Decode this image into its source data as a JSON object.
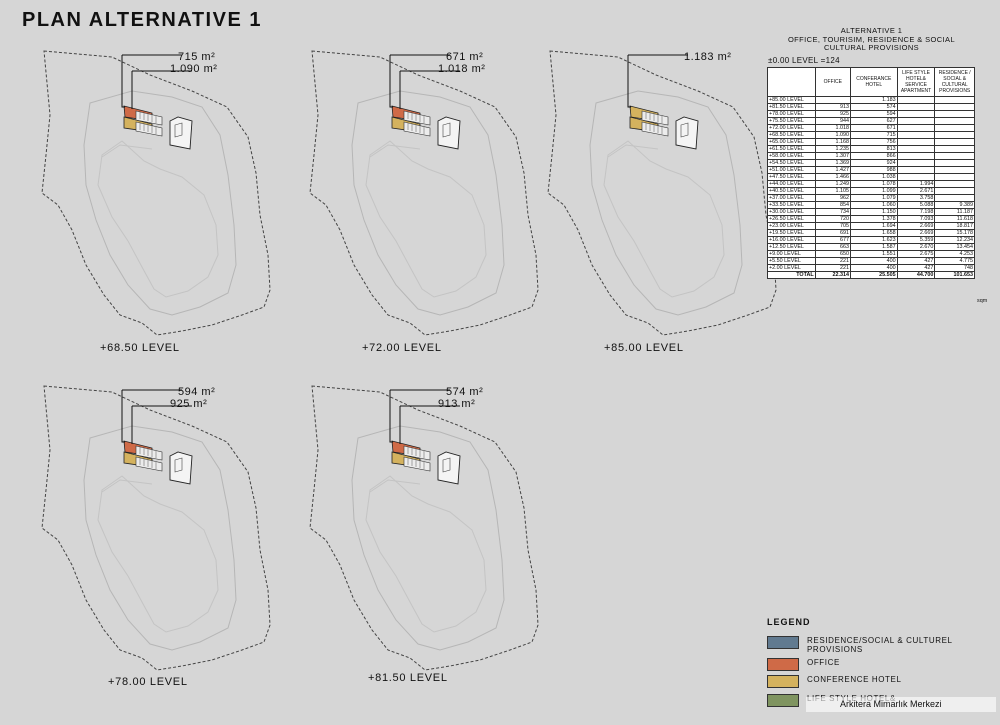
{
  "page_title": "PLAN ALTERNATIVE 1",
  "plans": [
    {
      "level": "+68.50 LEVEL",
      "areas": [
        "715 m²",
        "1.090 m²"
      ],
      "colors": [
        "#cf6a47",
        "#d4b25e"
      ]
    },
    {
      "level": "+72.00 LEVEL",
      "areas": [
        "671 m²",
        "1.018 m²"
      ],
      "colors": [
        "#cf6a47",
        "#d4b25e"
      ]
    },
    {
      "level": "+85.00 LEVEL",
      "areas": [
        "1.183 m²"
      ],
      "colors": [
        "#d4b25e",
        "#d4b25e"
      ]
    },
    {
      "level": "+78.00 LEVEL",
      "areas": [
        "594 m²",
        "925 m²"
      ],
      "colors": [
        "#cf6a47",
        "#d4b25e"
      ]
    },
    {
      "level": "+81.50 LEVEL",
      "areas": [
        "574 m²",
        "913 m²"
      ],
      "colors": [
        "#cf6a47",
        "#d4b25e"
      ]
    }
  ],
  "table": {
    "header_lines": [
      "ALTERNATIVE 1",
      "OFFICE, TOURISIM, RESIDENCE & SOCIAL",
      "CULTURAL PROVISIONS"
    ],
    "zero_level": "±0.00 LEVEL =124",
    "columns": [
      "",
      "OFFICE",
      "CONFERANCE HOTEL",
      "LIFE STYLE HOTEL& SERVICE APARTMENT",
      "RESIDENCE / SOCIAL & CULTURAL PROVISIONS"
    ],
    "rows": [
      [
        "+85.00 LEVEL",
        "",
        "1.183",
        "",
        ""
      ],
      [
        "+81.50 LEVEL",
        "913",
        "574",
        "",
        ""
      ],
      [
        "+78.00 LEVEL",
        "925",
        "594",
        "",
        ""
      ],
      [
        "+75.50 LEVEL",
        "944",
        "627",
        "",
        ""
      ],
      [
        "+72.00 LEVEL",
        "1.018",
        "671",
        "",
        ""
      ],
      [
        "+68.50 LEVEL",
        "1.090",
        "715",
        "",
        ""
      ],
      [
        "+65.00 LEVEL",
        "1.168",
        "756",
        "",
        ""
      ],
      [
        "+61.50 LEVEL",
        "1.235",
        "813",
        "",
        ""
      ],
      [
        "+58.00 LEVEL",
        "1.307",
        "866",
        "",
        ""
      ],
      [
        "+54.50 LEVEL",
        "1.369",
        "924",
        "",
        ""
      ],
      [
        "+51.00 LEVEL",
        "1.427",
        "988",
        "",
        ""
      ],
      [
        "+47.50 LEVEL",
        "1.466",
        "1.038",
        "",
        ""
      ],
      [
        "+44.00 LEVEL",
        "1.249",
        "1.078",
        "1.994",
        ""
      ],
      [
        "+40.50 LEVEL",
        "1.105",
        "1.099",
        "2.671",
        ""
      ],
      [
        "+37.00 LEVEL",
        "962",
        "1.079",
        "3.758",
        ""
      ],
      [
        "+33.50 LEVEL",
        "854",
        "1.060",
        "5.088",
        "9.389"
      ],
      [
        "+30.00 LEVEL",
        "734",
        "1.150",
        "7.198",
        "11.187"
      ],
      [
        "+26.50 LEVEL",
        "720",
        "1.378",
        "7.093",
        "11.618"
      ],
      [
        "+23.00 LEVEL",
        "705",
        "1.694",
        "2.669",
        "18.817"
      ],
      [
        "+19.50 LEVEL",
        "691",
        "1.658",
        "2.669",
        "15.178"
      ],
      [
        "+16.00 LEVEL",
        "677",
        "1.623",
        "5.359",
        "12.234"
      ],
      [
        "+12.50 LEVEL",
        "663",
        "1.587",
        "2.670",
        "13.454"
      ],
      [
        "+9.00 LEVEL",
        "650",
        "1.551",
        "2.675",
        "4.253"
      ],
      [
        "+5.50 LEVEL",
        "221",
        "400",
        "427",
        "4.775"
      ],
      [
        "+2.00 LEVEL",
        "221",
        "400",
        "427",
        "748"
      ]
    ],
    "total": [
      "TOTAL",
      "22.314",
      "25.505",
      "44.700",
      "101.653"
    ],
    "unit": "sqm"
  },
  "legend": {
    "title": "LEGEND",
    "items": [
      {
        "label": "RESIDENCE/SOCIAL & CULTUREL PROVISIONS",
        "color": "#617a90"
      },
      {
        "label": "OFFICE",
        "color": "#cf6a47"
      },
      {
        "label": "CONFERENCE HOTEL",
        "color": "#d4b25e"
      },
      {
        "label": "LIFE STYLE HOTEL&",
        "color": "#7f9460"
      }
    ]
  },
  "watermark": "Arkitera Mimarlık Merkezi"
}
